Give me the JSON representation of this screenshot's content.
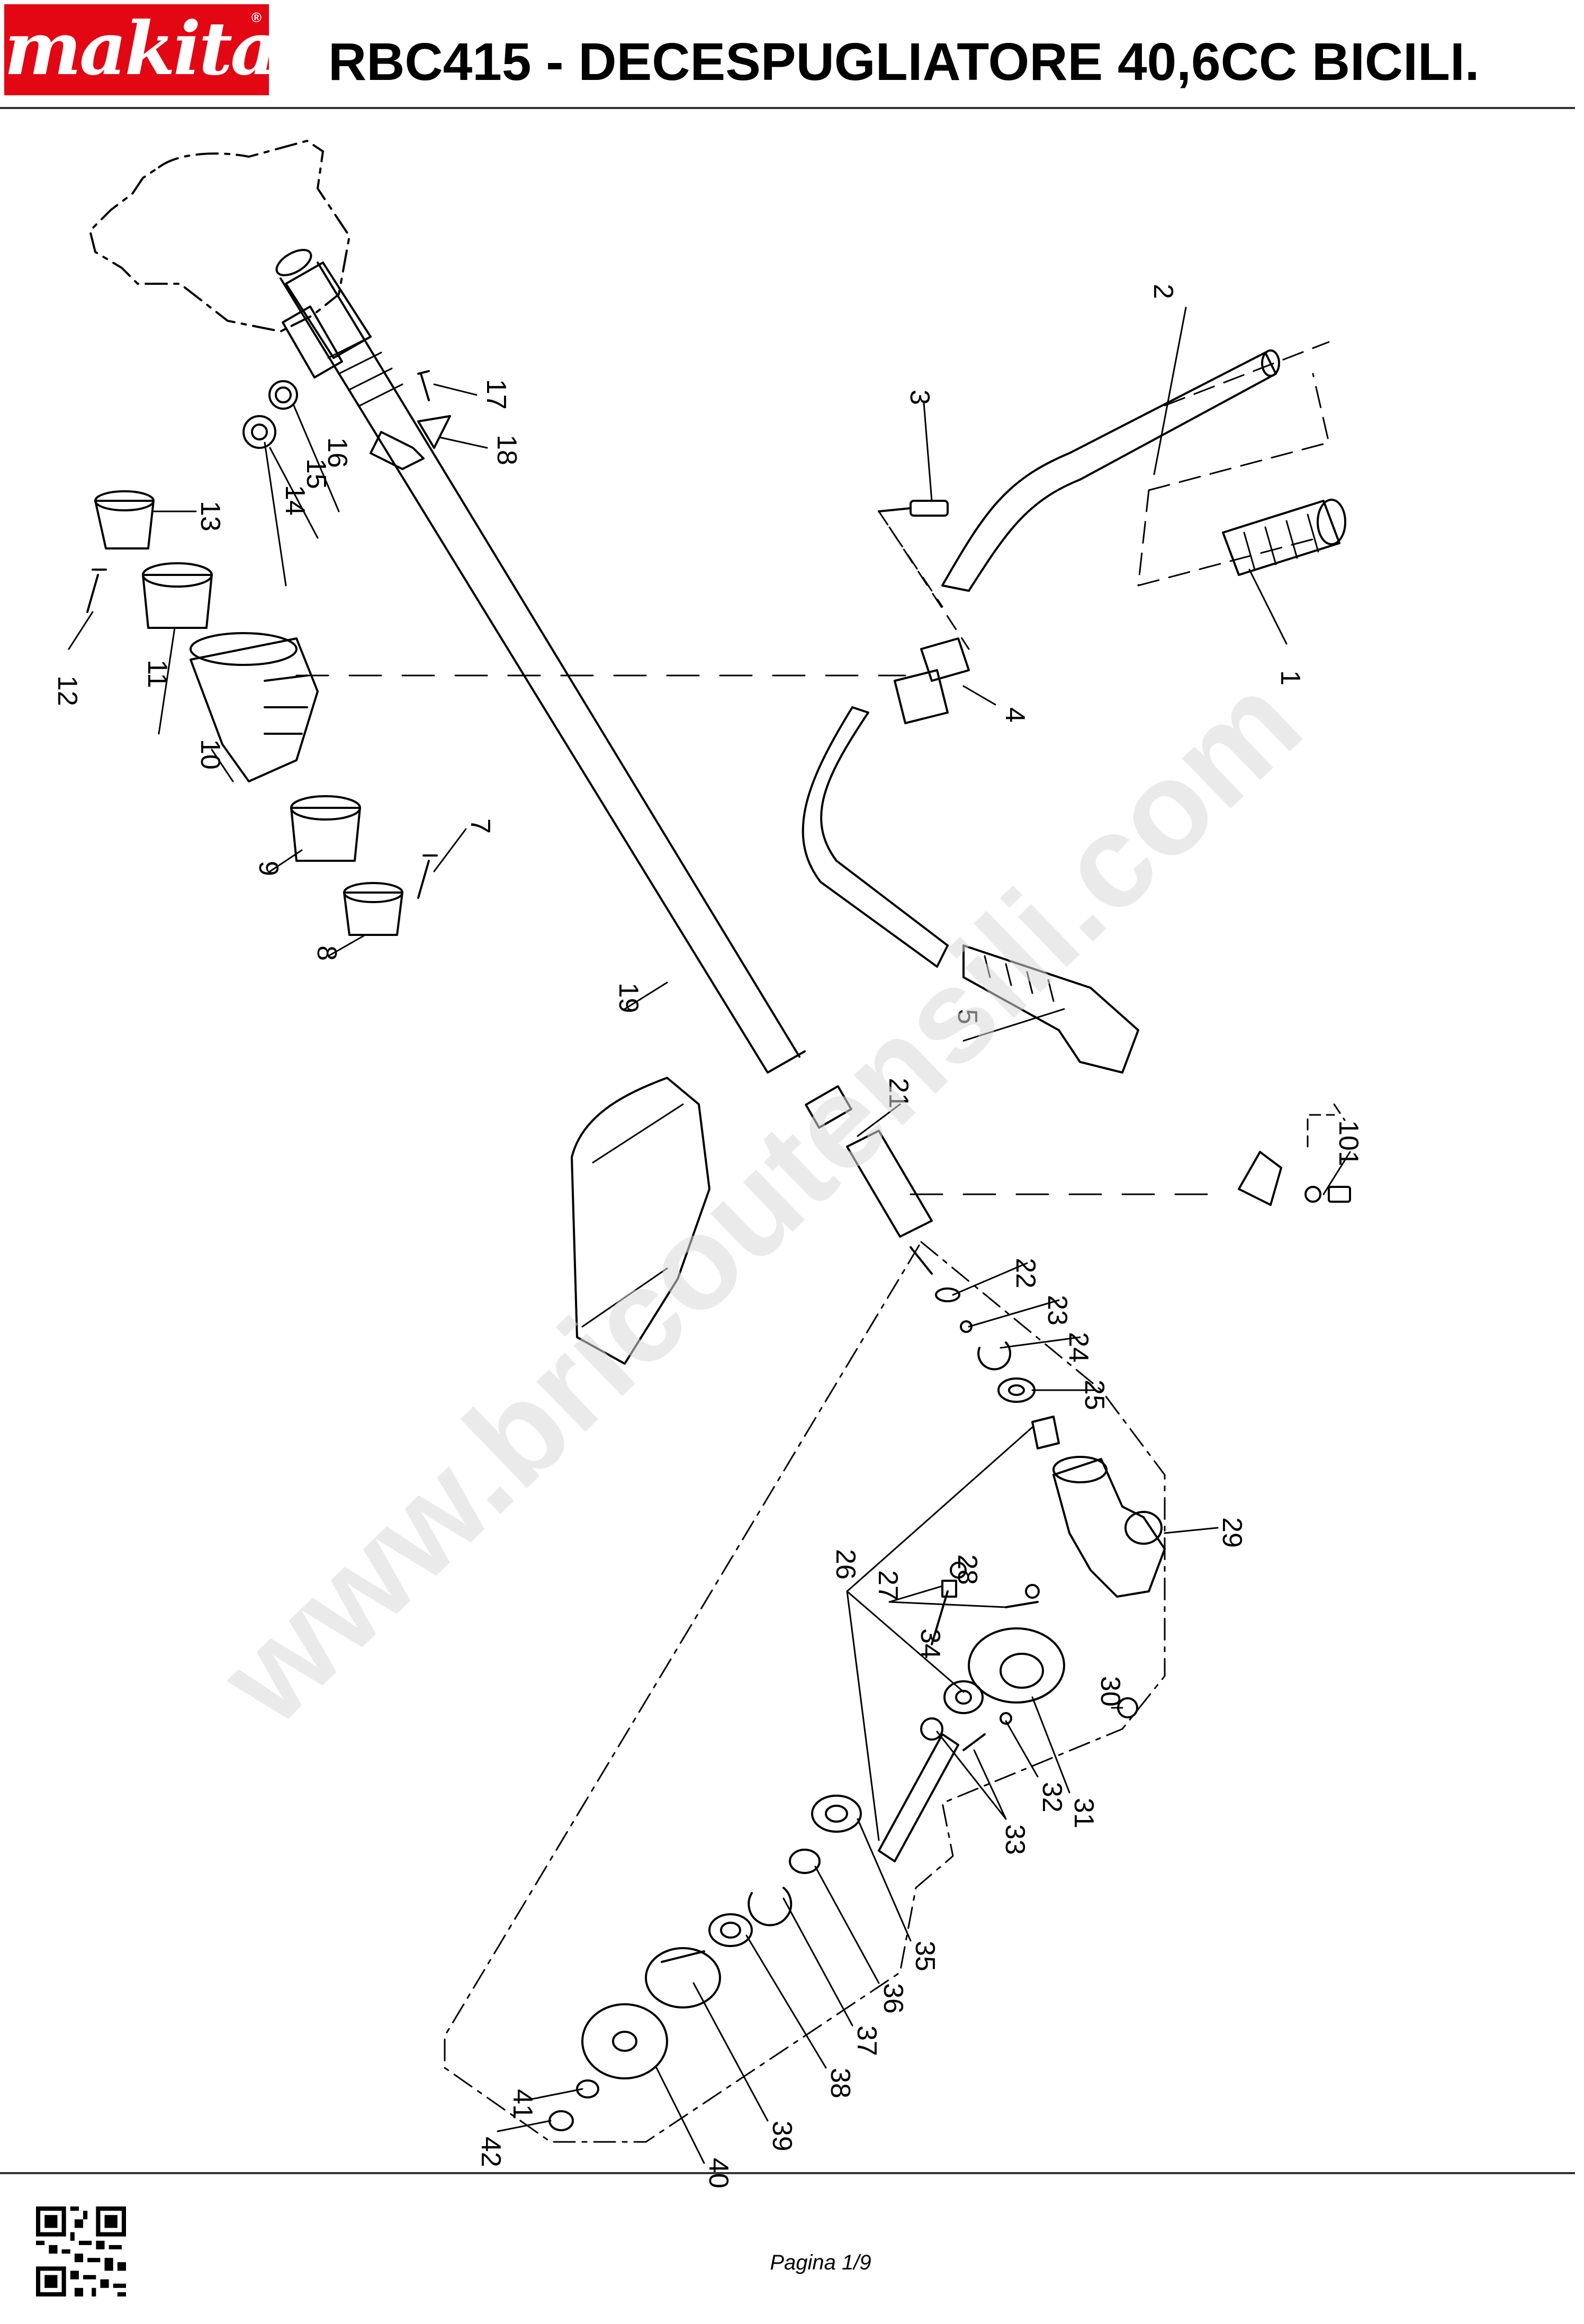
{
  "header": {
    "logo_text": "makita",
    "logo_reg": "®",
    "title": "RBC415 - DECESPUGLIATORE 40,6CC BICILI."
  },
  "watermark": "www.bricoutensili.com",
  "footer": {
    "page": "Pagina 1/9"
  },
  "colors": {
    "brand_red": "#e30613",
    "watermark": "#d9d9d9",
    "line": "#000000"
  },
  "diagram": {
    "part_labels": [
      "1",
      "2",
      "3",
      "4",
      "5",
      "7",
      "8",
      "9",
      "10",
      "11",
      "12",
      "13",
      "14",
      "15",
      "16",
      "17",
      "18",
      "19",
      "21",
      "22",
      "23",
      "24",
      "25",
      "26",
      "27",
      "28",
      "29",
      "30",
      "31",
      "32",
      "33",
      "34",
      "35",
      "36",
      "37",
      "38",
      "39",
      "40",
      "41",
      "42",
      "101"
    ]
  }
}
